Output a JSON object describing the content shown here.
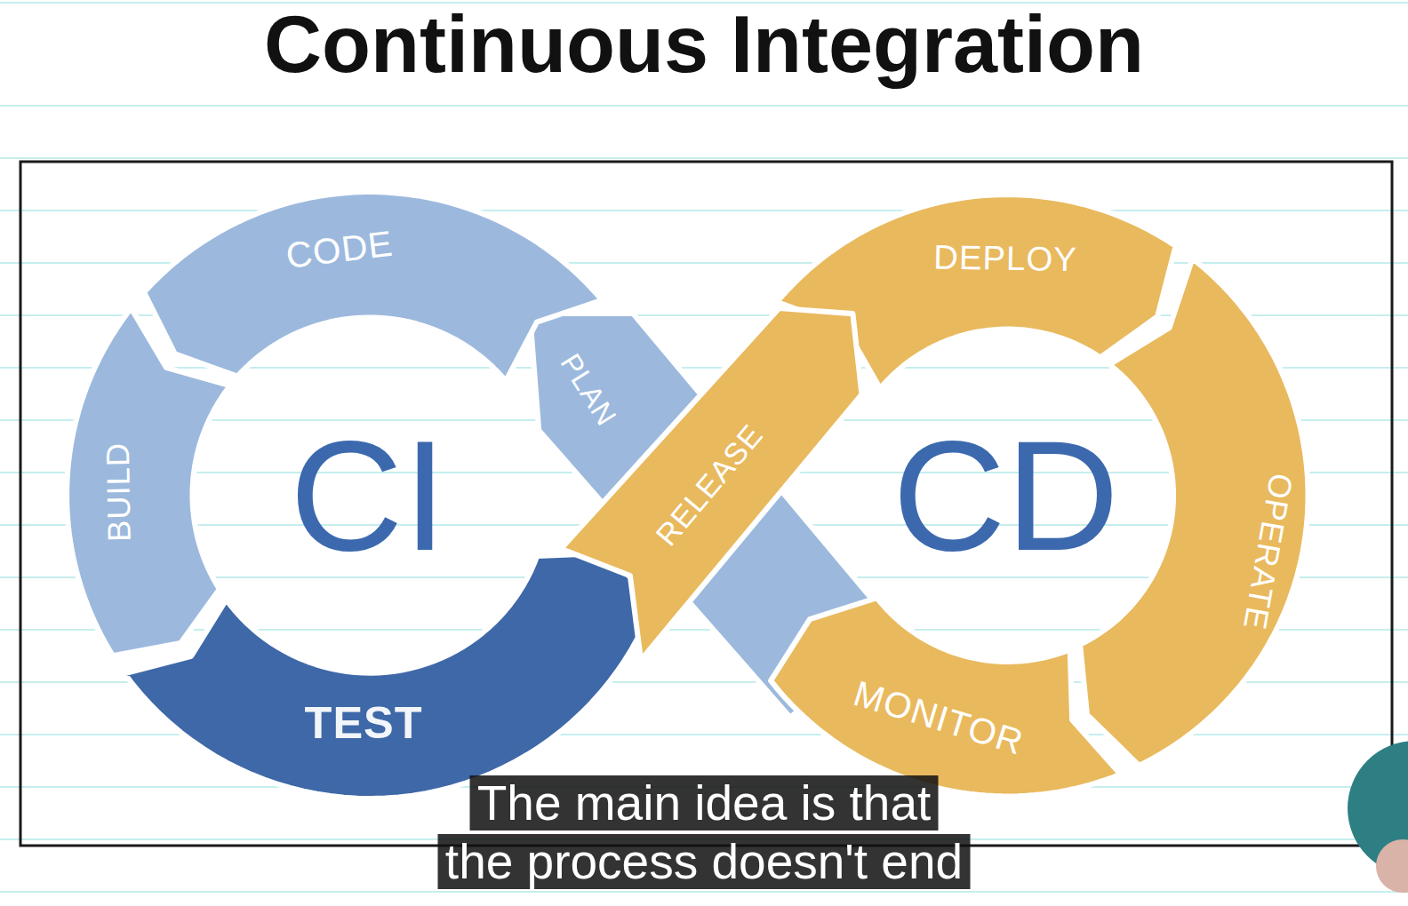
{
  "diagram": {
    "title": "Continuous Integration",
    "caption": "The main idea is that the process doesn't end",
    "nodes": [
      {
        "text": [
          "CODE"
        ]
      },
      {
        "text": [
          "BUILD"
        ]
      },
      {
        "text": [
          "TEST"
        ]
      },
      {
        "text": [
          "PLAN"
        ]
      },
      {
        "text": [
          "RELEASE"
        ]
      },
      {
        "text": [
          "DEPLOY"
        ]
      },
      {
        "text": [
          "OPERATE"
        ]
      },
      {
        "text": [
          "MONITOR"
        ]
      }
    ],
    "labels": [
      "CI",
      "CD"
    ]
  }
}
